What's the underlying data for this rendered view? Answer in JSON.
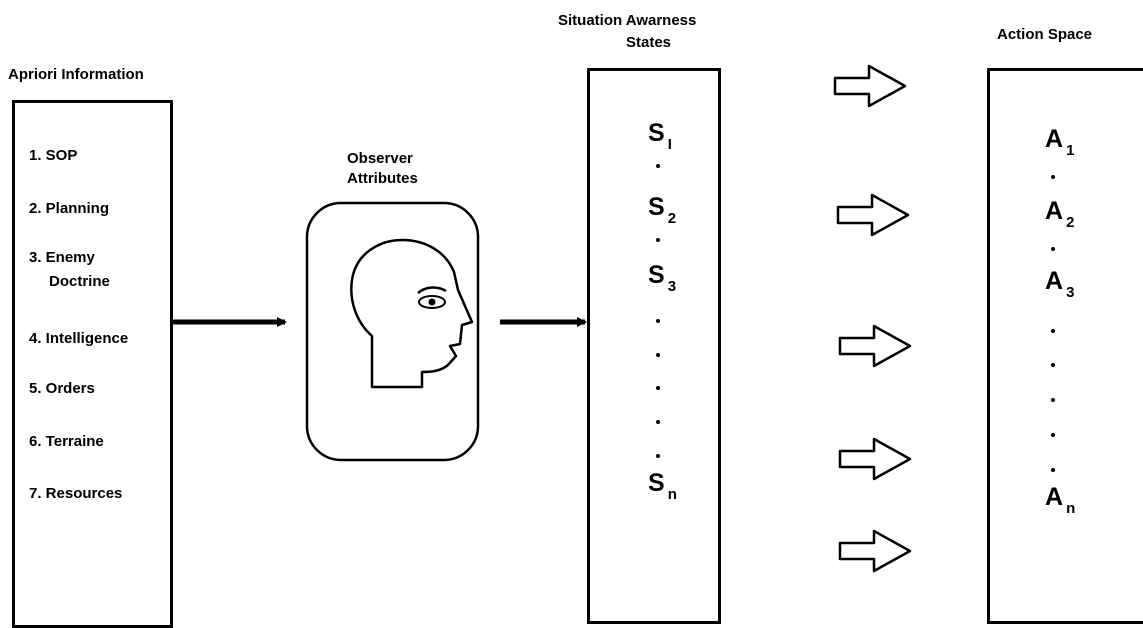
{
  "apriori": {
    "title": "Apriori  Information",
    "items": [
      "1. SOP",
      "2. Planning",
      "3. Enemy",
      "Doctrine",
      "4. Intelligence",
      "5. Orders",
      "6. Terraine",
      "7. Resources"
    ]
  },
  "observer": {
    "title_line1": "Observer",
    "title_line2": "Attributes"
  },
  "situation": {
    "title_line1": "Situation  Awarness",
    "title_line2": "States",
    "states": [
      {
        "base": "S",
        "sub": "I"
      },
      {
        "base": "S",
        "sub": "2"
      },
      {
        "base": "S",
        "sub": "3"
      },
      {
        "base": "S",
        "sub": "n"
      }
    ]
  },
  "action": {
    "title": "Action Space",
    "actions": [
      {
        "base": "A",
        "sub": "1"
      },
      {
        "base": "A",
        "sub": "2"
      },
      {
        "base": "A",
        "sub": "3"
      },
      {
        "base": "A",
        "sub": "n"
      }
    ]
  }
}
